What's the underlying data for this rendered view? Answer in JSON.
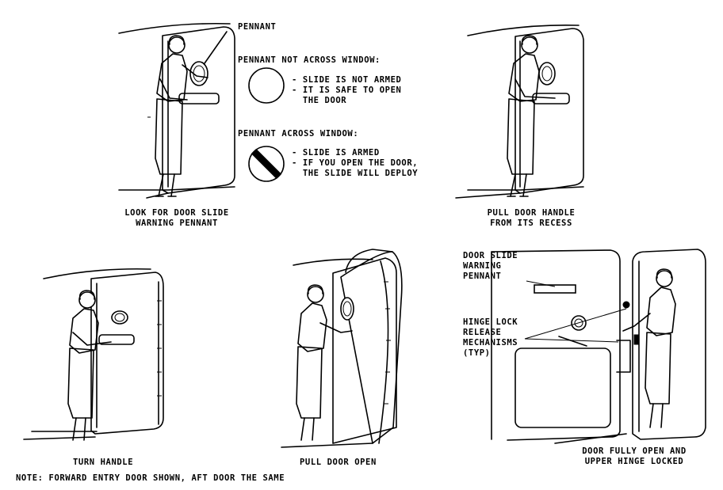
{
  "panels": {
    "p1": {
      "pennant_label": "PENNANT",
      "caption_line1": "LOOK FOR DOOR SLIDE",
      "caption_line2": "WARNING PENNANT"
    },
    "legend": {
      "not_across_title": "PENNANT NOT ACROSS WINDOW:",
      "not_across_line1": "- SLIDE IS NOT ARMED",
      "not_across_line2": "- IT IS SAFE TO OPEN",
      "not_across_line3": "  THE DOOR",
      "across_title": "PENNANT ACROSS WINDOW:",
      "across_line1": "- SLIDE IS ARMED",
      "across_line2": "- IF YOU OPEN THE DOOR,",
      "across_line3": "  THE SLIDE WILL DEPLOY"
    },
    "p2": {
      "caption_line1": "PULL DOOR HANDLE",
      "caption_line2": "FROM ITS RECESS"
    },
    "p3": {
      "caption": "TURN HANDLE"
    },
    "p4": {
      "caption": "PULL DOOR OPEN"
    },
    "p5": {
      "warning_line1": "DOOR SLIDE",
      "warning_line2": "WARNING",
      "warning_line3": "PENNANT",
      "hinge_line1": "HINGE LOCK",
      "hinge_line2": "RELEASE",
      "hinge_line3": "MECHANISMS",
      "hinge_line4": "(TYP)",
      "caption_line1": "DOOR FULLY OPEN AND",
      "caption_line2": "UPPER HINGE LOCKED"
    }
  },
  "note": "NOTE: FORWARD ENTRY DOOR SHOWN, AFT DOOR THE SAME"
}
